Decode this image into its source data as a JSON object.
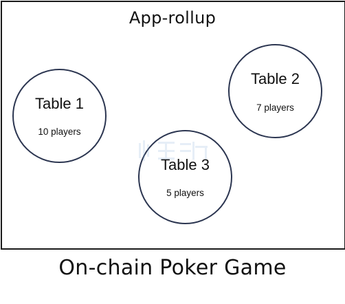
{
  "diagram": {
    "container_title": "App-rollup",
    "tables": [
      {
        "name": "Table 1",
        "players": "10 players"
      },
      {
        "name": "Table 2",
        "players": "7 players"
      },
      {
        "name": "Table 3",
        "players": "5 players"
      }
    ],
    "caption": "On-chain Poker Game"
  },
  "colors": {
    "frame_border": "#1a1a1a",
    "circle_border": "#2b3550",
    "text": "#111111",
    "watermark": "#7aa7d6"
  }
}
